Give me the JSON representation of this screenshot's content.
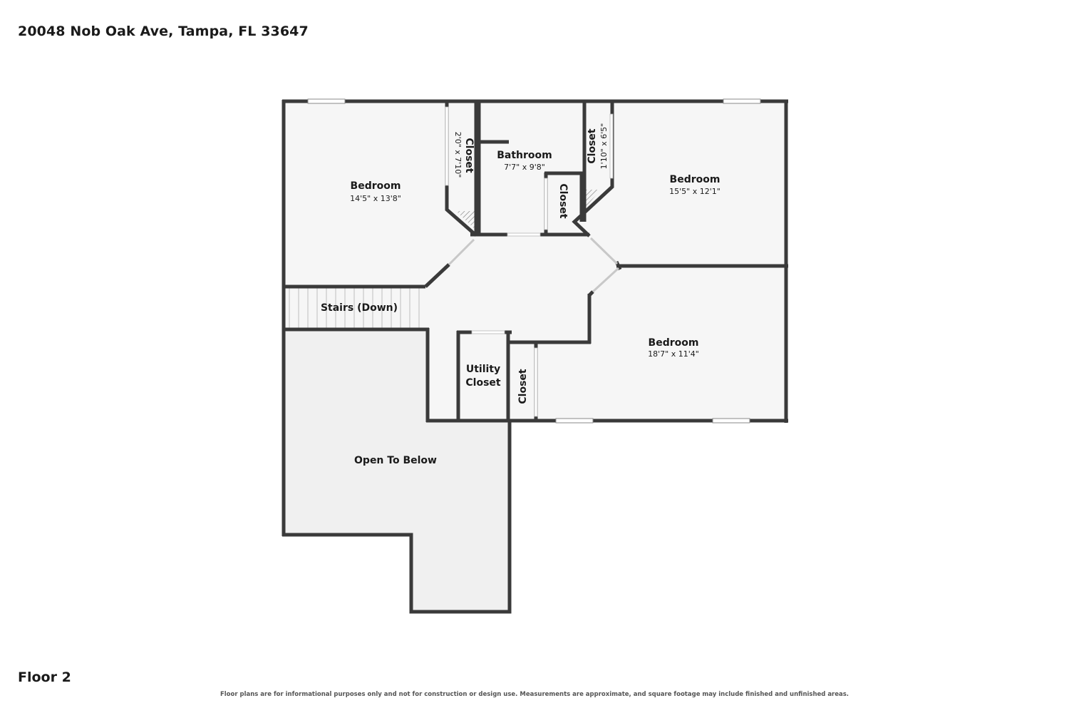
{
  "header": {
    "address": "20048 Nob Oak Ave, Tampa, FL 33647"
  },
  "footer": {
    "floor": "Floor 2",
    "disclaimer": "Floor plans are for informational purposes only and not for construction or design use. Measurements are approximate, and square footage may include finished and unfinished areas."
  },
  "rooms": {
    "bedroom_1": {
      "name": "Bedroom",
      "dims": "14'5\" x 13'8\""
    },
    "closet_1": {
      "name": "Closet",
      "dims": "2'0\" x 7'10\""
    },
    "bathroom": {
      "name": "Bathroom",
      "dims": "7'7\" x 9'8\""
    },
    "closet_2": {
      "name": "Closet"
    },
    "closet_3": {
      "name": "Closet",
      "dims": "1'10\" x 6'5\""
    },
    "bedroom_2": {
      "name": "Bedroom",
      "dims": "15'5\" x 12'1\""
    },
    "stairs": {
      "name": "Stairs (Down)"
    },
    "utility_closet": {
      "line1": "Utility",
      "line2": "Closet"
    },
    "closet_4": {
      "name": "Closet"
    },
    "bedroom_3": {
      "name": "Bedroom",
      "dims": "18'7\" x 11'4\""
    },
    "open_to_below": {
      "name": "Open To Below"
    }
  },
  "colors": {
    "wall": "#3a3a3a",
    "floor": "#f6f6f6",
    "open_area": "#f0f0f0",
    "hatch": "#7a7a7a"
  }
}
